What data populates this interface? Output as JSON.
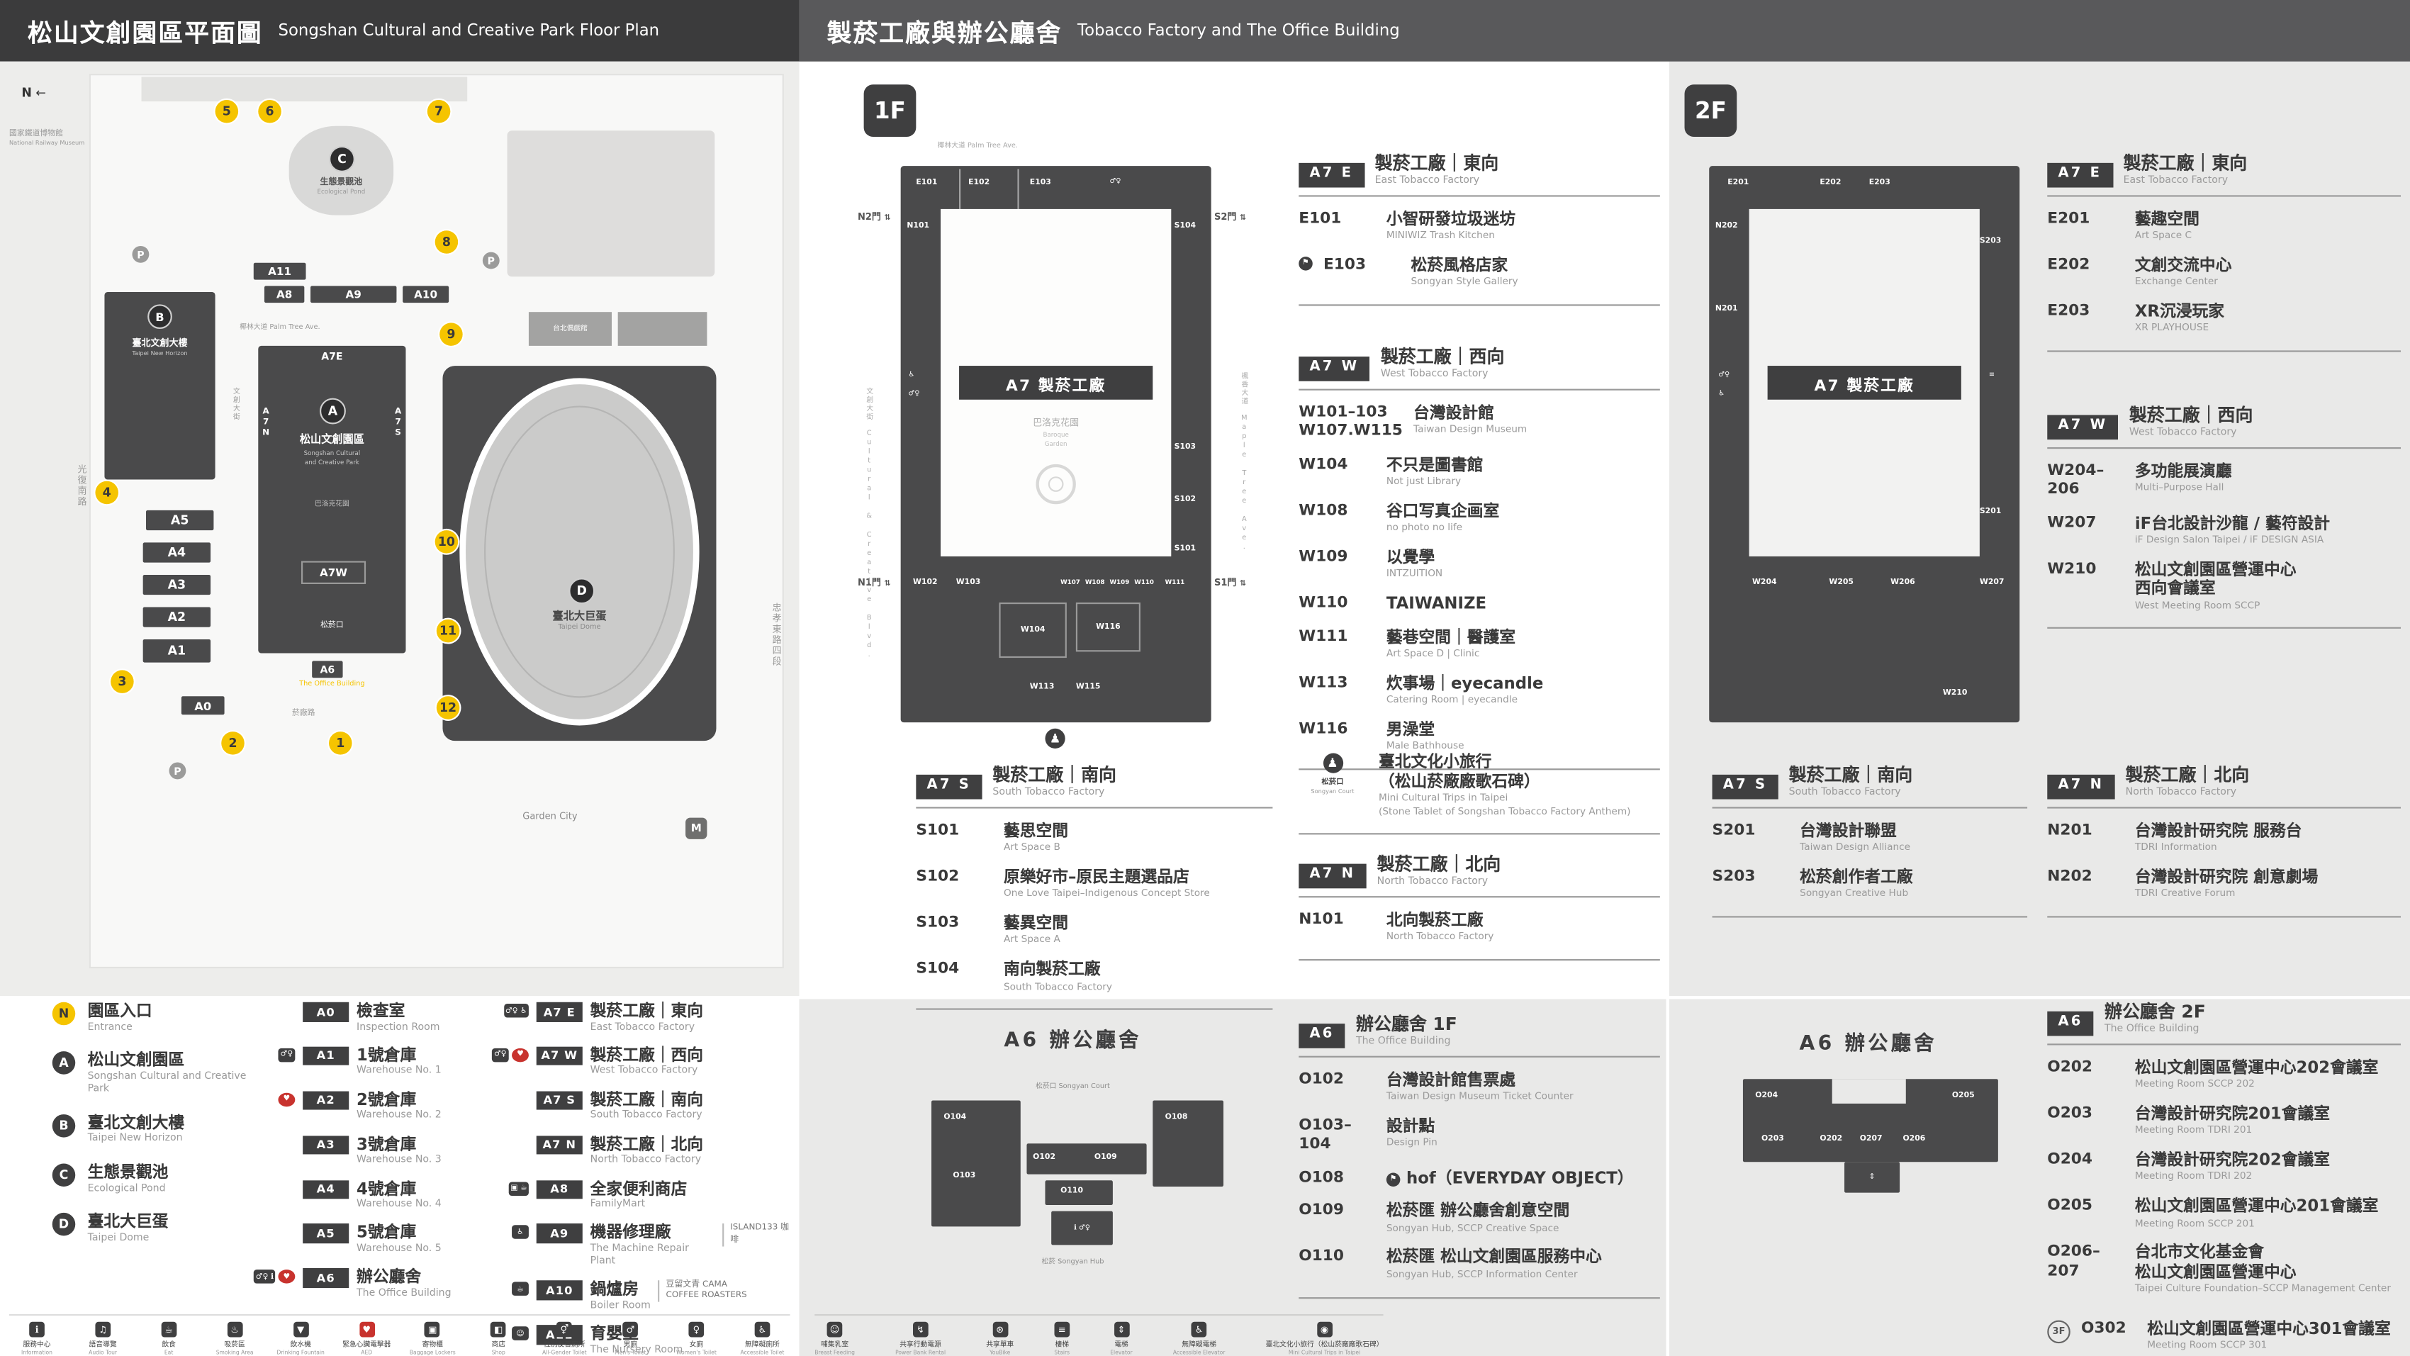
{
  "header_left": {
    "zh": "松山文創園區平面圖",
    "en": "Songshan Cultural and Creative Park Floor Plan"
  },
  "header_right": {
    "zh": "製菸工廠與辦公廳舍",
    "en": "Tobacco Factory and The Office Building"
  },
  "map": {
    "compass": "N",
    "labels": {
      "railway_zh": "國家鐵道博物館",
      "railway_en": "National Railway Museum",
      "pond_zh": "生態景觀池",
      "pond_en": "Ecological Pond",
      "puppetry": "台北偶戲館",
      "b_zh": "臺北文創大樓",
      "b_en": "Taipei New Horizon",
      "a_zh": "松山文創園區",
      "a_en1": "Songshan Cultural",
      "a_en2": "and Creative Park",
      "garden_zh": "巴洛克花園",
      "dome_zh": "臺北大巨蛋",
      "dome_en": "Taipei Dome",
      "court": "松菸口",
      "office_en": "The Office Building",
      "garden_city": "Garden City",
      "road_palm": "椰林大道 Palm Tree Ave.",
      "road_cc": "文創大街",
      "road_guangfu": "光復南路",
      "road_zhongxiao": "忠孝東路四段",
      "road_yanchang": "菸廠路"
    },
    "tags": {
      "a7e": "A7E",
      "a7n": "A7N",
      "a7s": "A7S",
      "a7w": "A7W",
      "a0": "A0",
      "a1": "A1",
      "a2": "A2",
      "a3": "A3",
      "a4": "A4",
      "a5": "A5",
      "a6": "A6",
      "a8": "A8",
      "a9": "A9",
      "a10": "A10",
      "a11": "A11"
    },
    "markers": {
      "a": "A",
      "b": "B",
      "c": "C",
      "d": "D",
      "p": "P",
      "m": "M"
    },
    "entrances": [
      "1",
      "2",
      "3",
      "4",
      "5",
      "6",
      "7",
      "8",
      "9",
      "10",
      "11",
      "12"
    ]
  },
  "legend": {
    "areas": [
      {
        "badge": "N",
        "variant": "yellow",
        "zh": "園區入口",
        "en": "Entrance"
      },
      {
        "badge": "A",
        "zh": "松山文創園區",
        "en": "Songshan Cultural and Creative Park"
      },
      {
        "badge": "B",
        "zh": "臺北文創大樓",
        "en": "Taipei New Horizon"
      },
      {
        "badge": "C",
        "zh": "生態景觀池",
        "en": "Ecological Pond"
      },
      {
        "badge": "D",
        "zh": "臺北大巨蛋",
        "en": "Taipei Dome"
      }
    ],
    "col1": [
      {
        "badge": "A0",
        "zh": "檢查室",
        "en": "Inspection Room"
      },
      {
        "badge": "A1",
        "zh": "1號倉庫",
        "en": "Warehouse No. 1",
        "ic": "♂♀"
      },
      {
        "badge": "A2",
        "zh": "2號倉庫",
        "en": "Warehouse No. 2",
        "icr": "♥"
      },
      {
        "badge": "A3",
        "zh": "3號倉庫",
        "en": "Warehouse No. 3"
      },
      {
        "badge": "A4",
        "zh": "4號倉庫",
        "en": "Warehouse No. 4"
      },
      {
        "badge": "A5",
        "zh": "5號倉庫",
        "en": "Warehouse No. 5"
      },
      {
        "badge": "A6",
        "zh": "辦公廳舍",
        "en": "The Office Building",
        "ic": "♂♀ ℹ",
        "icr": "♥"
      }
    ],
    "col2": [
      {
        "badge": "A7 E",
        "zh": "製菸工廠｜東向",
        "en": "East Tobacco Factory",
        "ic": "♂♀ ♿"
      },
      {
        "badge": "A7 W",
        "zh": "製菸工廠｜西向",
        "en": "West Tobacco Factory",
        "ic": "♂♀",
        "icr": "♥"
      },
      {
        "badge": "A7 S",
        "zh": "製菸工廠｜南向",
        "en": "South Tobacco Factory"
      },
      {
        "badge": "A7 N",
        "zh": "製菸工廠｜北向",
        "en": "North Tobacco Factory"
      },
      {
        "badge": "A8",
        "zh": "全家便利商店",
        "en": "FamilyMart",
        "ic": "▣ ☕"
      },
      {
        "badge": "A9",
        "zh": "機器修理廠",
        "en": "The Machine Repair Plant",
        "ic": "♿",
        "extra": "ISLAND133 咖啡"
      },
      {
        "badge": "A10",
        "zh": "鍋爐房",
        "en": "Boiler Room",
        "ic": "☕",
        "extra": "豆留文青 CAMA COFFEE ROASTERS"
      },
      {
        "badge": "A11",
        "zh": "育嬰室",
        "en": "The Nursery Room",
        "ic": "☺"
      }
    ]
  },
  "facilities_left": [
    {
      "g": "ℹ",
      "zh": "服務中心",
      "en": "Information"
    },
    {
      "g": "♫",
      "zh": "語音導覽",
      "en": "Audio Tour"
    },
    {
      "g": "☕",
      "zh": "飲食",
      "en": "Eat"
    },
    {
      "g": "♨",
      "zh": "吸菸區",
      "en": "Smoking Area"
    },
    {
      "g": "▼",
      "zh": "飲水機",
      "en": "Drinking Fountain"
    },
    {
      "g": "♥",
      "zh": "緊急心臟電擊器",
      "en": "AED",
      "variant": "red"
    },
    {
      "g": "▣",
      "zh": "寄物櫃",
      "en": "Baggage Lockers"
    },
    {
      "g": "◧",
      "zh": "商店",
      "en": "Shop"
    },
    {
      "g": "⚥",
      "zh": "性別友善廁所",
      "en": "All-Gender Toilet"
    },
    {
      "g": "♂",
      "zh": "男廁",
      "en": "Men's Toilet"
    },
    {
      "g": "♀",
      "zh": "女廁",
      "en": "Women's Toilet"
    },
    {
      "g": "♿",
      "zh": "無障礙廁所",
      "en": "Accessible Toilet"
    }
  ],
  "facilities_right": [
    {
      "g": "☺",
      "zh": "哺集乳室",
      "en": "Breast Feeding"
    },
    {
      "g": "↯",
      "zh": "共享行動電源",
      "en": "Power Bank Rental"
    },
    {
      "g": "⊛",
      "zh": "共享單車",
      "en": "YouBike"
    },
    {
      "g": "≡",
      "zh": "樓梯",
      "en": "Stairs"
    },
    {
      "g": "⇕",
      "zh": "電梯",
      "en": "Elevator"
    },
    {
      "g": "♿",
      "zh": "無障礙電梯",
      "en": "Accessible Elevator"
    },
    {
      "g": "◉",
      "zh": "臺北文化小旅行（松山菸廠廠歌石碑）",
      "en": "Mini Cultural Trips in Taipei"
    }
  ],
  "floor1": {
    "badge": "1F",
    "plan": {
      "street_top": "椰林大道 Palm Tree Ave.",
      "street_left": "文創大街 Cultural & Creative Blvd.",
      "street_right": "楓香大道 Maple Tree Ave.",
      "gates": {
        "n2": "N2門",
        "s2": "S2門",
        "n1": "N1門",
        "s1": "S1門"
      },
      "title": "A7 製菸工廠",
      "garden_zh": "巴洛克花園",
      "garden_en1": "Baroque",
      "garden_en2": "Garden",
      "rooms": {
        "e101": "E101",
        "e102": "E102",
        "e103": "E103",
        "n101": "N101",
        "s104": "S104",
        "s103": "S103",
        "s102": "S102",
        "s101": "S101",
        "w102": "W102",
        "w103": "W103",
        "w104": "W104",
        "w107": "W107",
        "w108": "W108",
        "w109": "W109",
        "w110": "W110",
        "w111": "W111",
        "w113": "W113",
        "w115": "W115",
        "w116": "W116"
      }
    },
    "sections": {
      "east": {
        "badge": "A7 E",
        "zh": "製菸工廠｜東向",
        "en": "East Tobacco Factory",
        "rooms": [
          {
            "code": "E101",
            "zh": "小智研發垃圾迷坊",
            "en": "MINIWIZ Trash Kitchen"
          },
          {
            "code": "E103",
            "zh": "松菸風格店家",
            "en": "Songyan Style Gallery",
            "ric": "⚑"
          }
        ]
      },
      "west": {
        "badge": "A7 W",
        "zh": "製菸工廠｜西向",
        "en": "West Tobacco Factory",
        "rooms": [
          {
            "code": "W101–103",
            "code2": "W107.W115",
            "zh": "台灣設計館",
            "en": "Taiwan Design Museum"
          },
          {
            "code": "W104",
            "zh": "不只是圖書館",
            "en": "Not just Library"
          },
          {
            "code": "W108",
            "zh": "谷口写真企画室",
            "en": "no photo no life"
          },
          {
            "code": "W109",
            "zh": "以覺學",
            "en": "INTZUITION"
          },
          {
            "code": "W110",
            "zh": "TAIWANIZE"
          },
          {
            "code": "W111",
            "zh": "藝巷空間｜醫護室",
            "en": "Art Space D | Clinic"
          },
          {
            "code": "W113",
            "zh": "炊事場｜eyecandle",
            "en": "Catering Room | eyecandle"
          },
          {
            "code": "W116",
            "zh": "男澡堂",
            "en": "Male Bathhouse"
          }
        ]
      },
      "south": {
        "badge": "A7 S",
        "zh": "製菸工廠｜南向",
        "en": "South Tobacco Factory",
        "rooms": [
          {
            "code": "S101",
            "zh": "藝思空間",
            "en": "Art Space B"
          },
          {
            "code": "S102",
            "zh": "原樂好市–原民主題選品店",
            "en": "One Love Taipei–Indigenous Concept Store"
          },
          {
            "code": "S103",
            "zh": "藝異空間",
            "en": "Art Space A"
          },
          {
            "code": "S104",
            "zh": "南向製菸工廠",
            "en": "South Tobacco Factory"
          }
        ]
      },
      "north": {
        "badge": "A7 N",
        "zh": "製菸工廠｜北向",
        "en": "North Tobacco Factory",
        "rooms": [
          {
            "code": "N101",
            "zh": "北向製菸工廠",
            "en": "North Tobacco Factory"
          }
        ]
      },
      "court": {
        "label_zh": "松菸口",
        "label_en": "Songyan Court",
        "zh": "臺北文化小旅行",
        "zh2": "（松山菸廠廠歌石碑）",
        "en": "Mini Cultural Trips in Taipei",
        "en2": "(Stone Tablet of Songshan Tobacco Factory Anthem)"
      }
    },
    "office": {
      "badge": "A6",
      "title_zh": "辦公廳舍 1F",
      "title_en": "The Office Building",
      "plan_title": "A6 辦公廳舍",
      "court_label": "松菸口 Songyan Court",
      "hub_label": "松菸 Songyan Hub",
      "plan_rooms": {
        "o104": "O104",
        "o103": "O103",
        "o102": "O102",
        "o109": "O109",
        "o110": "O110",
        "o108": "O108"
      },
      "rooms": [
        {
          "code": "O102",
          "zh": "台灣設計館售票處",
          "en": "Taiwan Design Museum Ticket Counter"
        },
        {
          "code": "O103–104",
          "zh": "設計點",
          "en": "Design Pin"
        },
        {
          "code": "O108",
          "zh": "hof（EVERYDAY OBJECT）",
          "nic": "⚑"
        },
        {
          "code": "O109",
          "zh": "松菸匯 辦公廳舍創意空間",
          "en": "Songyan Hub, SCCP Creative Space"
        },
        {
          "code": "O110",
          "zh": "松菸匯 松山文創園區服務中心",
          "en": "Songyan Hub, SCCP Information Center"
        }
      ]
    }
  },
  "floor2": {
    "badge": "2F",
    "plan": {
      "title": "A7 製菸工廠",
      "rooms": {
        "e201": "E201",
        "e202": "E202",
        "e203": "E203",
        "n202": "N202",
        "n201": "N201",
        "s203": "S203",
        "s201": "S201",
        "w204": "W204",
        "w205": "W205",
        "w206": "W206",
        "w207": "W207",
        "w210": "W210"
      }
    },
    "sections": {
      "east": {
        "badge": "A7 E",
        "zh": "製菸工廠｜東向",
        "en": "East Tobacco Factory",
        "rooms": [
          {
            "code": "E201",
            "zh": "藝趣空間",
            "en": "Art Space C"
          },
          {
            "code": "E202",
            "zh": "文創交流中心",
            "en": "Exchange Center"
          },
          {
            "code": "E203",
            "zh": "XR沉浸玩家",
            "en": "XR PLAYHOUSE"
          }
        ]
      },
      "west": {
        "badge": "A7 W",
        "zh": "製菸工廠｜西向",
        "en": "West Tobacco Factory",
        "rooms": [
          {
            "code": "W204–206",
            "zh": "多功能展演廳",
            "en": "Multi–Purpose Hall"
          },
          {
            "code": "W207",
            "zh": "iF台北設計沙龍 / 藝符設計",
            "en": "iF Design Salon Taipei / iF DESIGN ASIA"
          },
          {
            "code": "W210",
            "zh": "松山文創園區營運中心",
            "zh2": "西向會議室",
            "en": "West Meeting Room SCCP"
          }
        ]
      },
      "south": {
        "badge": "A7 S",
        "zh": "製菸工廠｜南向",
        "en": "South Tobacco Factory",
        "rooms": [
          {
            "code": "S201",
            "zh": "台灣設計聯盟",
            "en": "Taiwan Design Alliance"
          },
          {
            "code": "S203",
            "zh": "松菸創作者工廠",
            "en": "Songyan Creative Hub"
          }
        ]
      },
      "north": {
        "badge": "A7 N",
        "zh": "製菸工廠｜北向",
        "en": "North Tobacco Factory",
        "rooms": [
          {
            "code": "N201",
            "zh": "台灣設計研究院 服務台",
            "en": "TDRI Information"
          },
          {
            "code": "N202",
            "zh": "台灣設計研究院 創意劇場",
            "en": "TDRI Creative Forum"
          }
        ]
      }
    },
    "office": {
      "badge": "A6",
      "title_zh": "辦公廳舍 2F",
      "title_en": "The Office Building",
      "plan_title": "A6 辦公廳舍",
      "plan_rooms": {
        "o204": "O204",
        "o205": "O205",
        "o203": "O203",
        "o202": "O202",
        "o207": "O207",
        "o206": "O206"
      },
      "rooms": [
        {
          "code": "O202",
          "zh": "松山文創園區營運中心202會議室",
          "en": "Meeting Room SCCP 202"
        },
        {
          "code": "O203",
          "zh": "台灣設計研究院201會議室",
          "en": "Meeting Room TDRI 201"
        },
        {
          "code": "O204",
          "zh": "台灣設計研究院202會議室",
          "en": "Meeting Room TDRI 202"
        },
        {
          "code": "O205",
          "zh": "松山文創園區營運中心201會議室",
          "en": "Meeting Room SCCP 201"
        },
        {
          "code": "O206–207",
          "zh": "台北市文化基金會",
          "zh2": "松山文創園區營運中心",
          "en": "Taipei Culture Foundation–SCCP Management Center"
        }
      ],
      "floor3_row": {
        "badge": "3F",
        "code": "O302",
        "zh": "松山文創園區營運中心301會議室",
        "en": "Meeting Room SCCP 301"
      }
    }
  }
}
